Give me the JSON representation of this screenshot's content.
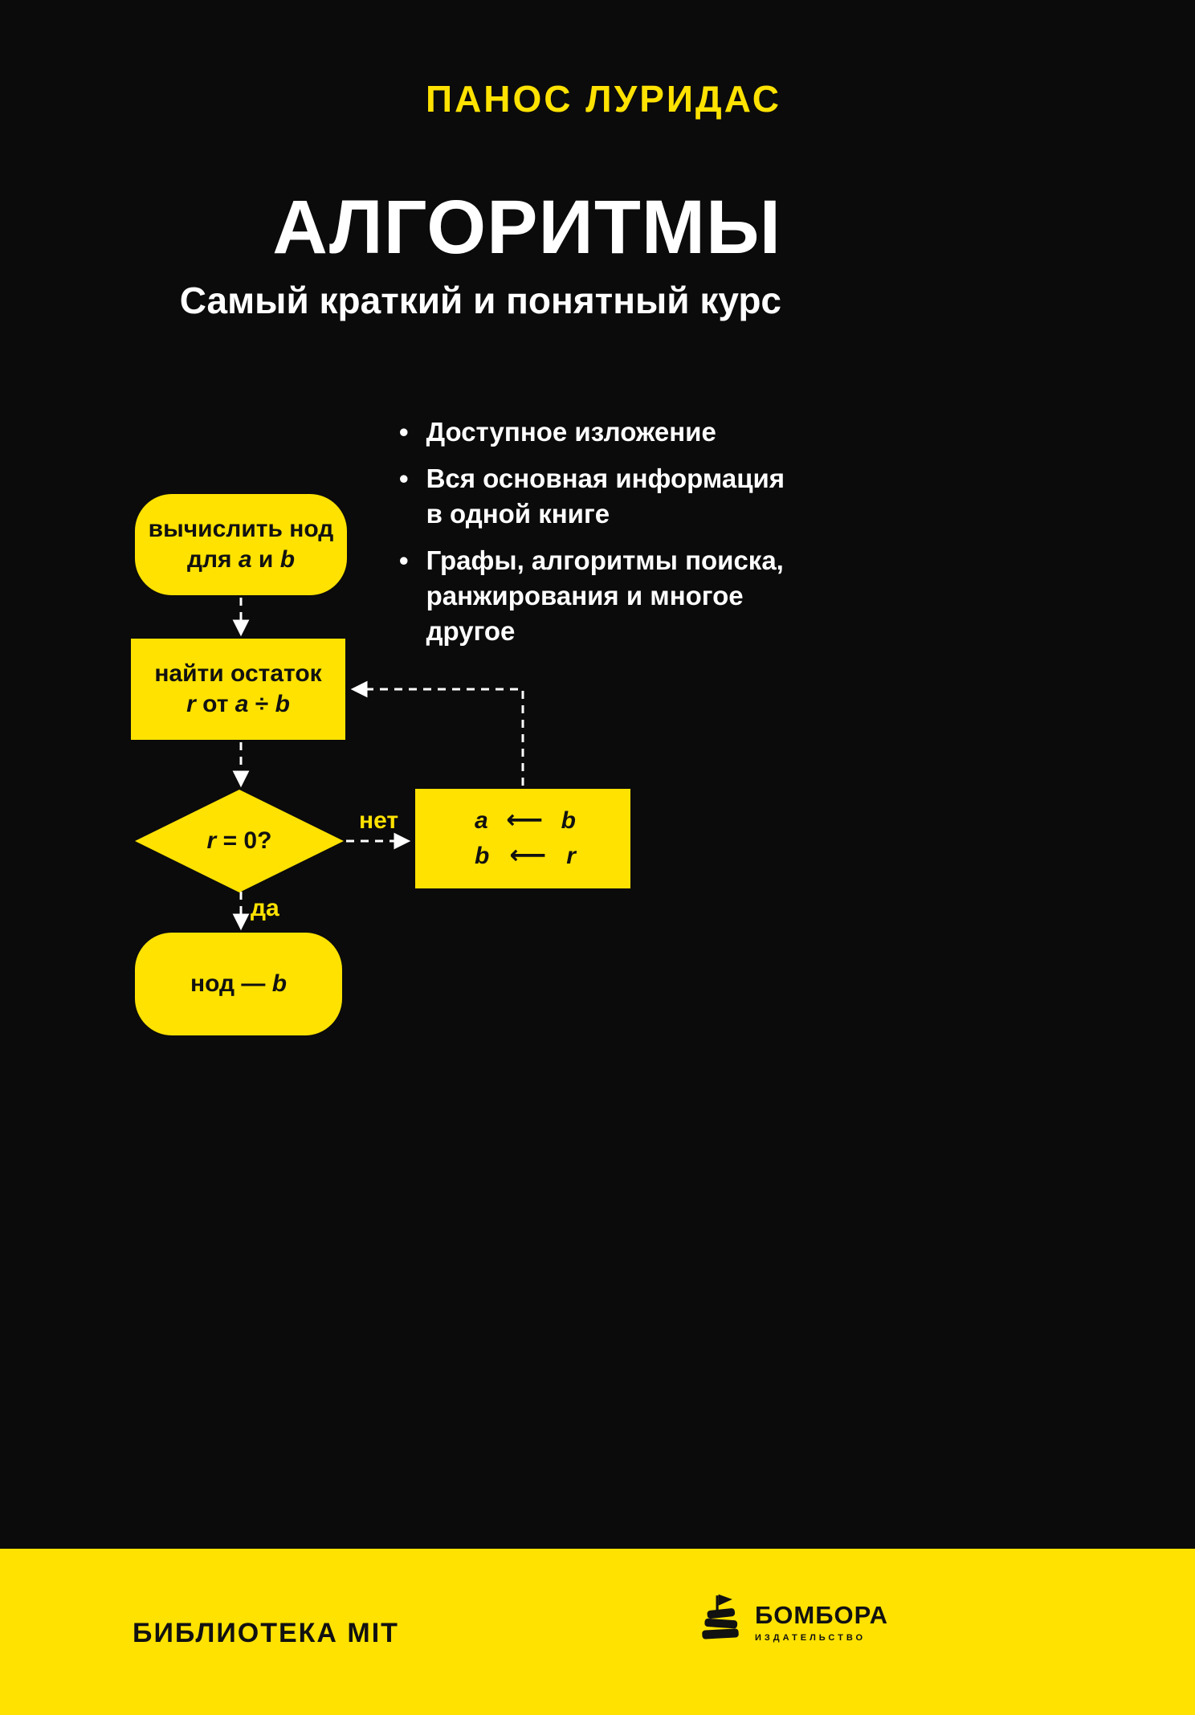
{
  "colors": {
    "background": "#0b0b0b",
    "accent": "#ffe200",
    "text": "#ffffff"
  },
  "bullet_char": "•",
  "header": {
    "author": "ПАНОС ЛУРИДАС",
    "title": "АЛГОРИТМЫ",
    "subtitle": "Самый краткий и понятный курс"
  },
  "features": [
    {
      "line1": "Доступное изложение",
      "line2": ""
    },
    {
      "line1": "Вся основная информация",
      "line2": "в одной книге"
    },
    {
      "line1": "Графы, алгоритмы поиска,",
      "line2": "ранжирования и многое другое"
    }
  ],
  "flowchart": {
    "start": {
      "line1": "вычислить нод",
      "line2": [
        "для ",
        "a",
        " и ",
        "b"
      ]
    },
    "remainder": {
      "line1": "найти остаток",
      "line2": [
        "r",
        " от ",
        "a",
        " ÷ ",
        "b"
      ]
    },
    "decision": {
      "line": [
        "r",
        " = 0?"
      ]
    },
    "swap": {
      "arrow": "⟵",
      "rows": [
        {
          "left": "a",
          "right": "b"
        },
        {
          "left": "b",
          "right": "r"
        }
      ]
    },
    "end": {
      "line": [
        "нод — ",
        "b"
      ]
    },
    "labels": {
      "no": "нет",
      "yes": "да"
    }
  },
  "footer": {
    "series": "БИБЛИОТЕКА MIT",
    "publisher": "БОМБОРА",
    "publisher_sub": "ИЗДАТЕЛЬСТВО"
  }
}
